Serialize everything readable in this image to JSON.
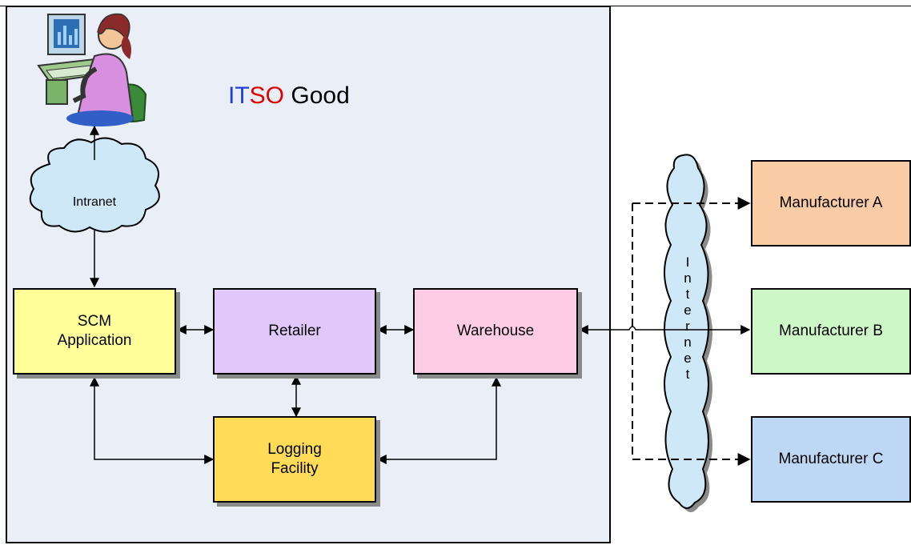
{
  "title": {
    "part1": "IT",
    "part2": "SO",
    "part3": " Good"
  },
  "colors": {
    "it_text": "#1f3fd6",
    "so_text": "#e00000",
    "frame_bg": "#e9eef7",
    "cloud_fill": "#cfe8f7",
    "scm_fill": "#ffff99",
    "retailer_fill": "#e1c8fb",
    "warehouse_fill": "#ffcce6",
    "logging_fill": "#ffdb58",
    "manufacturer_a_fill": "#f9cca6",
    "manufacturer_b_fill": "#cdf7c6",
    "manufacturer_c_fill": "#bdd7f4"
  },
  "nodes": {
    "intranet": "Intranet",
    "scm": "SCM\nApplication",
    "retailer": "Retailer",
    "warehouse": "Warehouse",
    "logging": "Logging\nFacility",
    "manufacturer_a": "Manufacturer A",
    "manufacturer_b": "Manufacturer B",
    "manufacturer_c": "Manufacturer C"
  },
  "internet_letters": [
    "I",
    "n",
    "t",
    "e",
    "r",
    "n",
    "e",
    "t"
  ],
  "icons": {
    "user": "person-at-computer-icon"
  }
}
